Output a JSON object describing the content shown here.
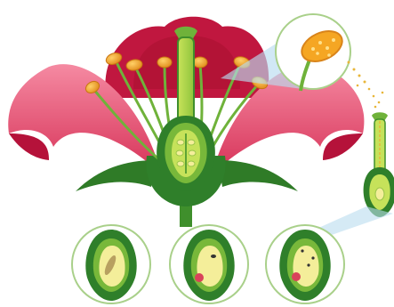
{
  "diagram": {
    "colors": {
      "petal_outer": "#d83a5e",
      "petal_inner": "#f27792",
      "petal_back": "#b5123a",
      "sepal": "#2f7b27",
      "stem": "#3f8f2c",
      "ovary_outer": "#2f7f2a",
      "ovary_mid": "#78b83a",
      "ovary_inner": "#c6e25a",
      "ovule": "#f4ee9a",
      "anther": "#f5a623",
      "anther_dark": "#d9841a",
      "pollen": "#f0c040",
      "callout_glow": "#b9dcef",
      "egg": "#d9425a"
    },
    "panels": [
      "ovule-stage-1",
      "ovule-stage-2",
      "ovule-stage-3"
    ]
  }
}
